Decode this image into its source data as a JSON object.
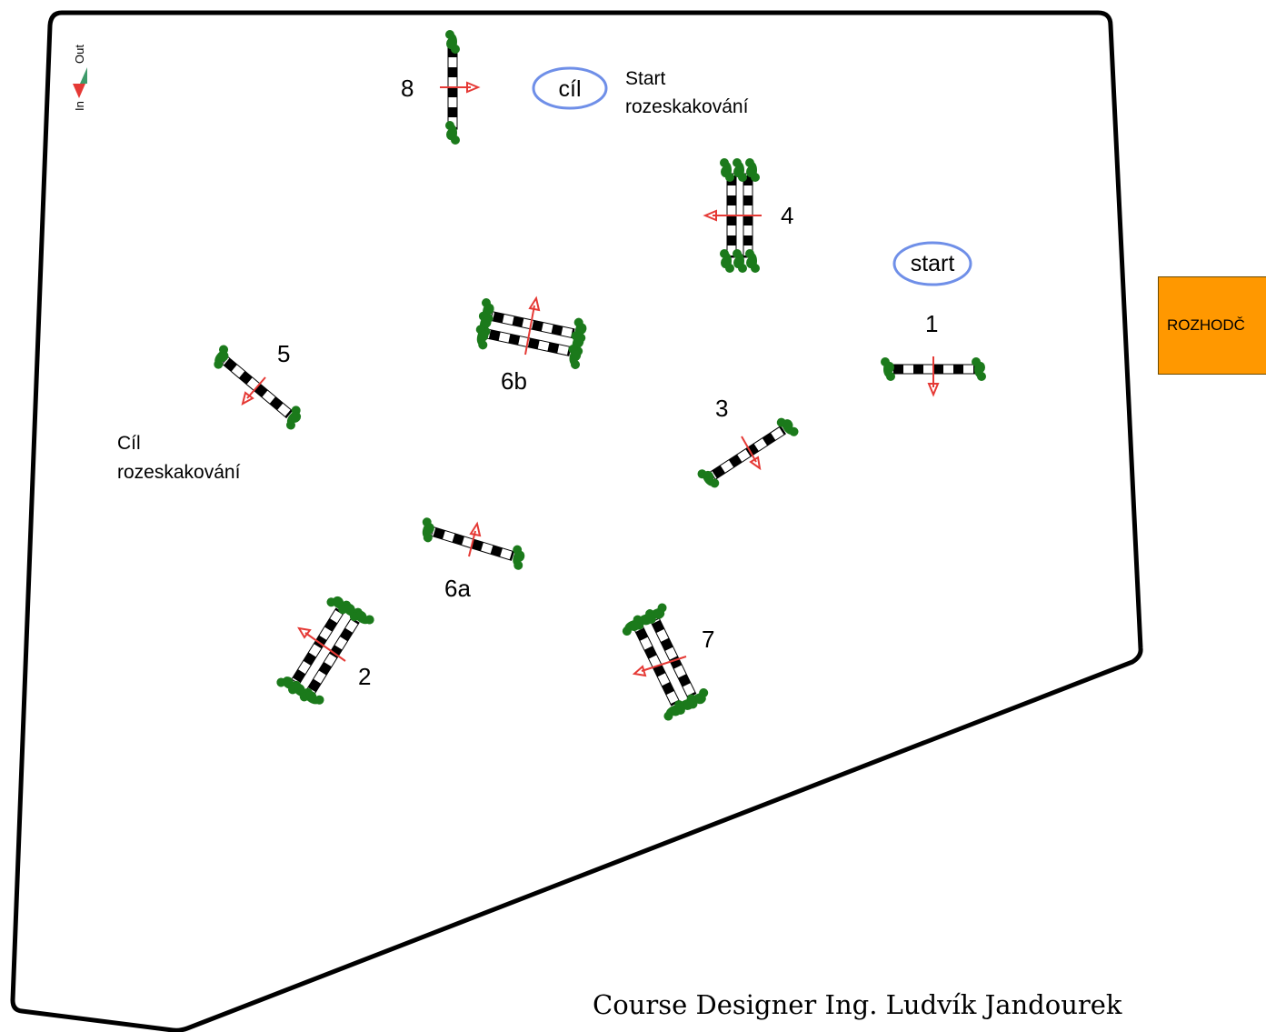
{
  "judge_box_label": "ROZHODČ",
  "credit": "Course Designer Ing. Ludvík Jandourek",
  "io_marker": {
    "in_label": "In",
    "out_label": "Out"
  },
  "ovals": {
    "finish": "cíl",
    "start": "start"
  },
  "notes": {
    "jumpoff_start": [
      "Start",
      "rozeskakování"
    ],
    "jumpoff_finish": [
      "Cíl",
      "rozeskakování"
    ]
  },
  "fences": [
    {
      "number": "1",
      "kind": "vertical"
    },
    {
      "number": "2",
      "kind": "oxer"
    },
    {
      "number": "3",
      "kind": "vertical"
    },
    {
      "number": "4",
      "kind": "oxer"
    },
    {
      "number": "5",
      "kind": "vertical"
    },
    {
      "number": "6a",
      "kind": "vertical"
    },
    {
      "number": "6b",
      "kind": "oxer"
    },
    {
      "number": "7",
      "kind": "oxer"
    },
    {
      "number": "8",
      "kind": "vertical"
    }
  ],
  "colors": {
    "arena_outline": "#000000",
    "pole_dark": "#000000",
    "pole_light": "#ffffff",
    "standard_green": "#1b7a1b",
    "direction_arrow": "#e53935",
    "oval_outline": "#6f8fe8",
    "judge_box": "#ff9800",
    "in_arrow": "#e53935",
    "out_arrow": "#3d9a6a"
  }
}
